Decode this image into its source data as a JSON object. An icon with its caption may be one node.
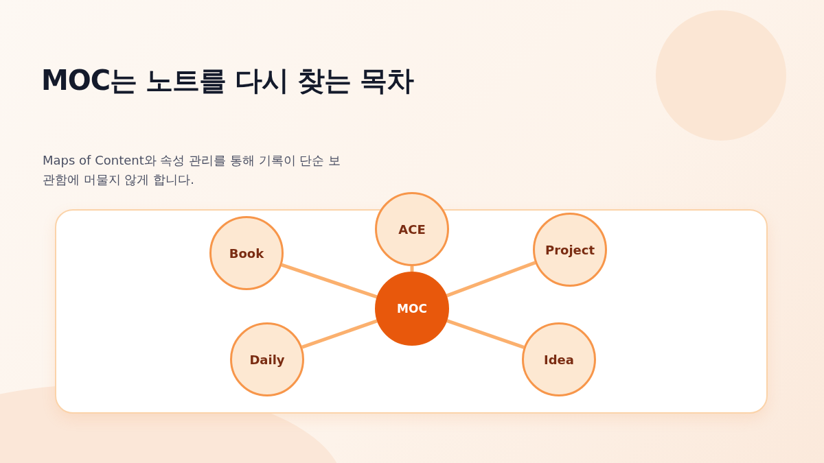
{
  "diagram": {
    "title": "MOC는 노트를 다시 찾는 목차",
    "nodes": [
      {
        "text": [
          "ACE"
        ]
      },
      {
        "text": [
          "Book"
        ]
      },
      {
        "text": [
          "Project"
        ]
      },
      {
        "text": [
          "MOC"
        ]
      },
      {
        "text": [
          "Daily"
        ]
      },
      {
        "text": [
          "Idea"
        ]
      }
    ],
    "edges": [
      {
        "from": 3,
        "to": 0,
        "arrow": "none"
      },
      {
        "from": 3,
        "to": 1,
        "arrow": "none"
      },
      {
        "from": 3,
        "to": 2,
        "arrow": "none"
      },
      {
        "from": 3,
        "to": 4,
        "arrow": "none"
      },
      {
        "from": 3,
        "to": 5,
        "arrow": "none"
      }
    ],
    "labels": [
      "Maps of Content와 속성 관리를 통해 기록이 단순 보관함에 머물지 않게 합니다."
    ]
  }
}
